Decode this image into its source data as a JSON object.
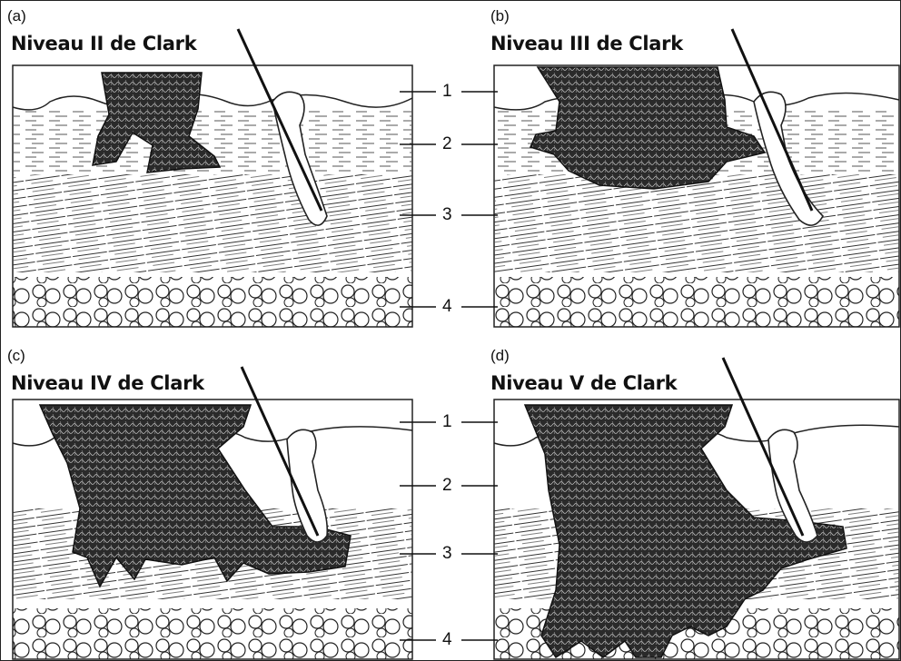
{
  "panels": [
    {
      "letter": "(a)",
      "title": "Niveau II de Clark"
    },
    {
      "letter": "(b)",
      "title": "Niveau III de Clark"
    },
    {
      "letter": "(c)",
      "title": "Niveau IV de Clark"
    },
    {
      "letter": "(d)",
      "title": "Niveau V de Clark"
    }
  ],
  "layer_labels_top": [
    "1",
    "2",
    "3",
    "4"
  ],
  "layer_labels_bottom": [
    "1",
    "2",
    "3",
    "4"
  ]
}
